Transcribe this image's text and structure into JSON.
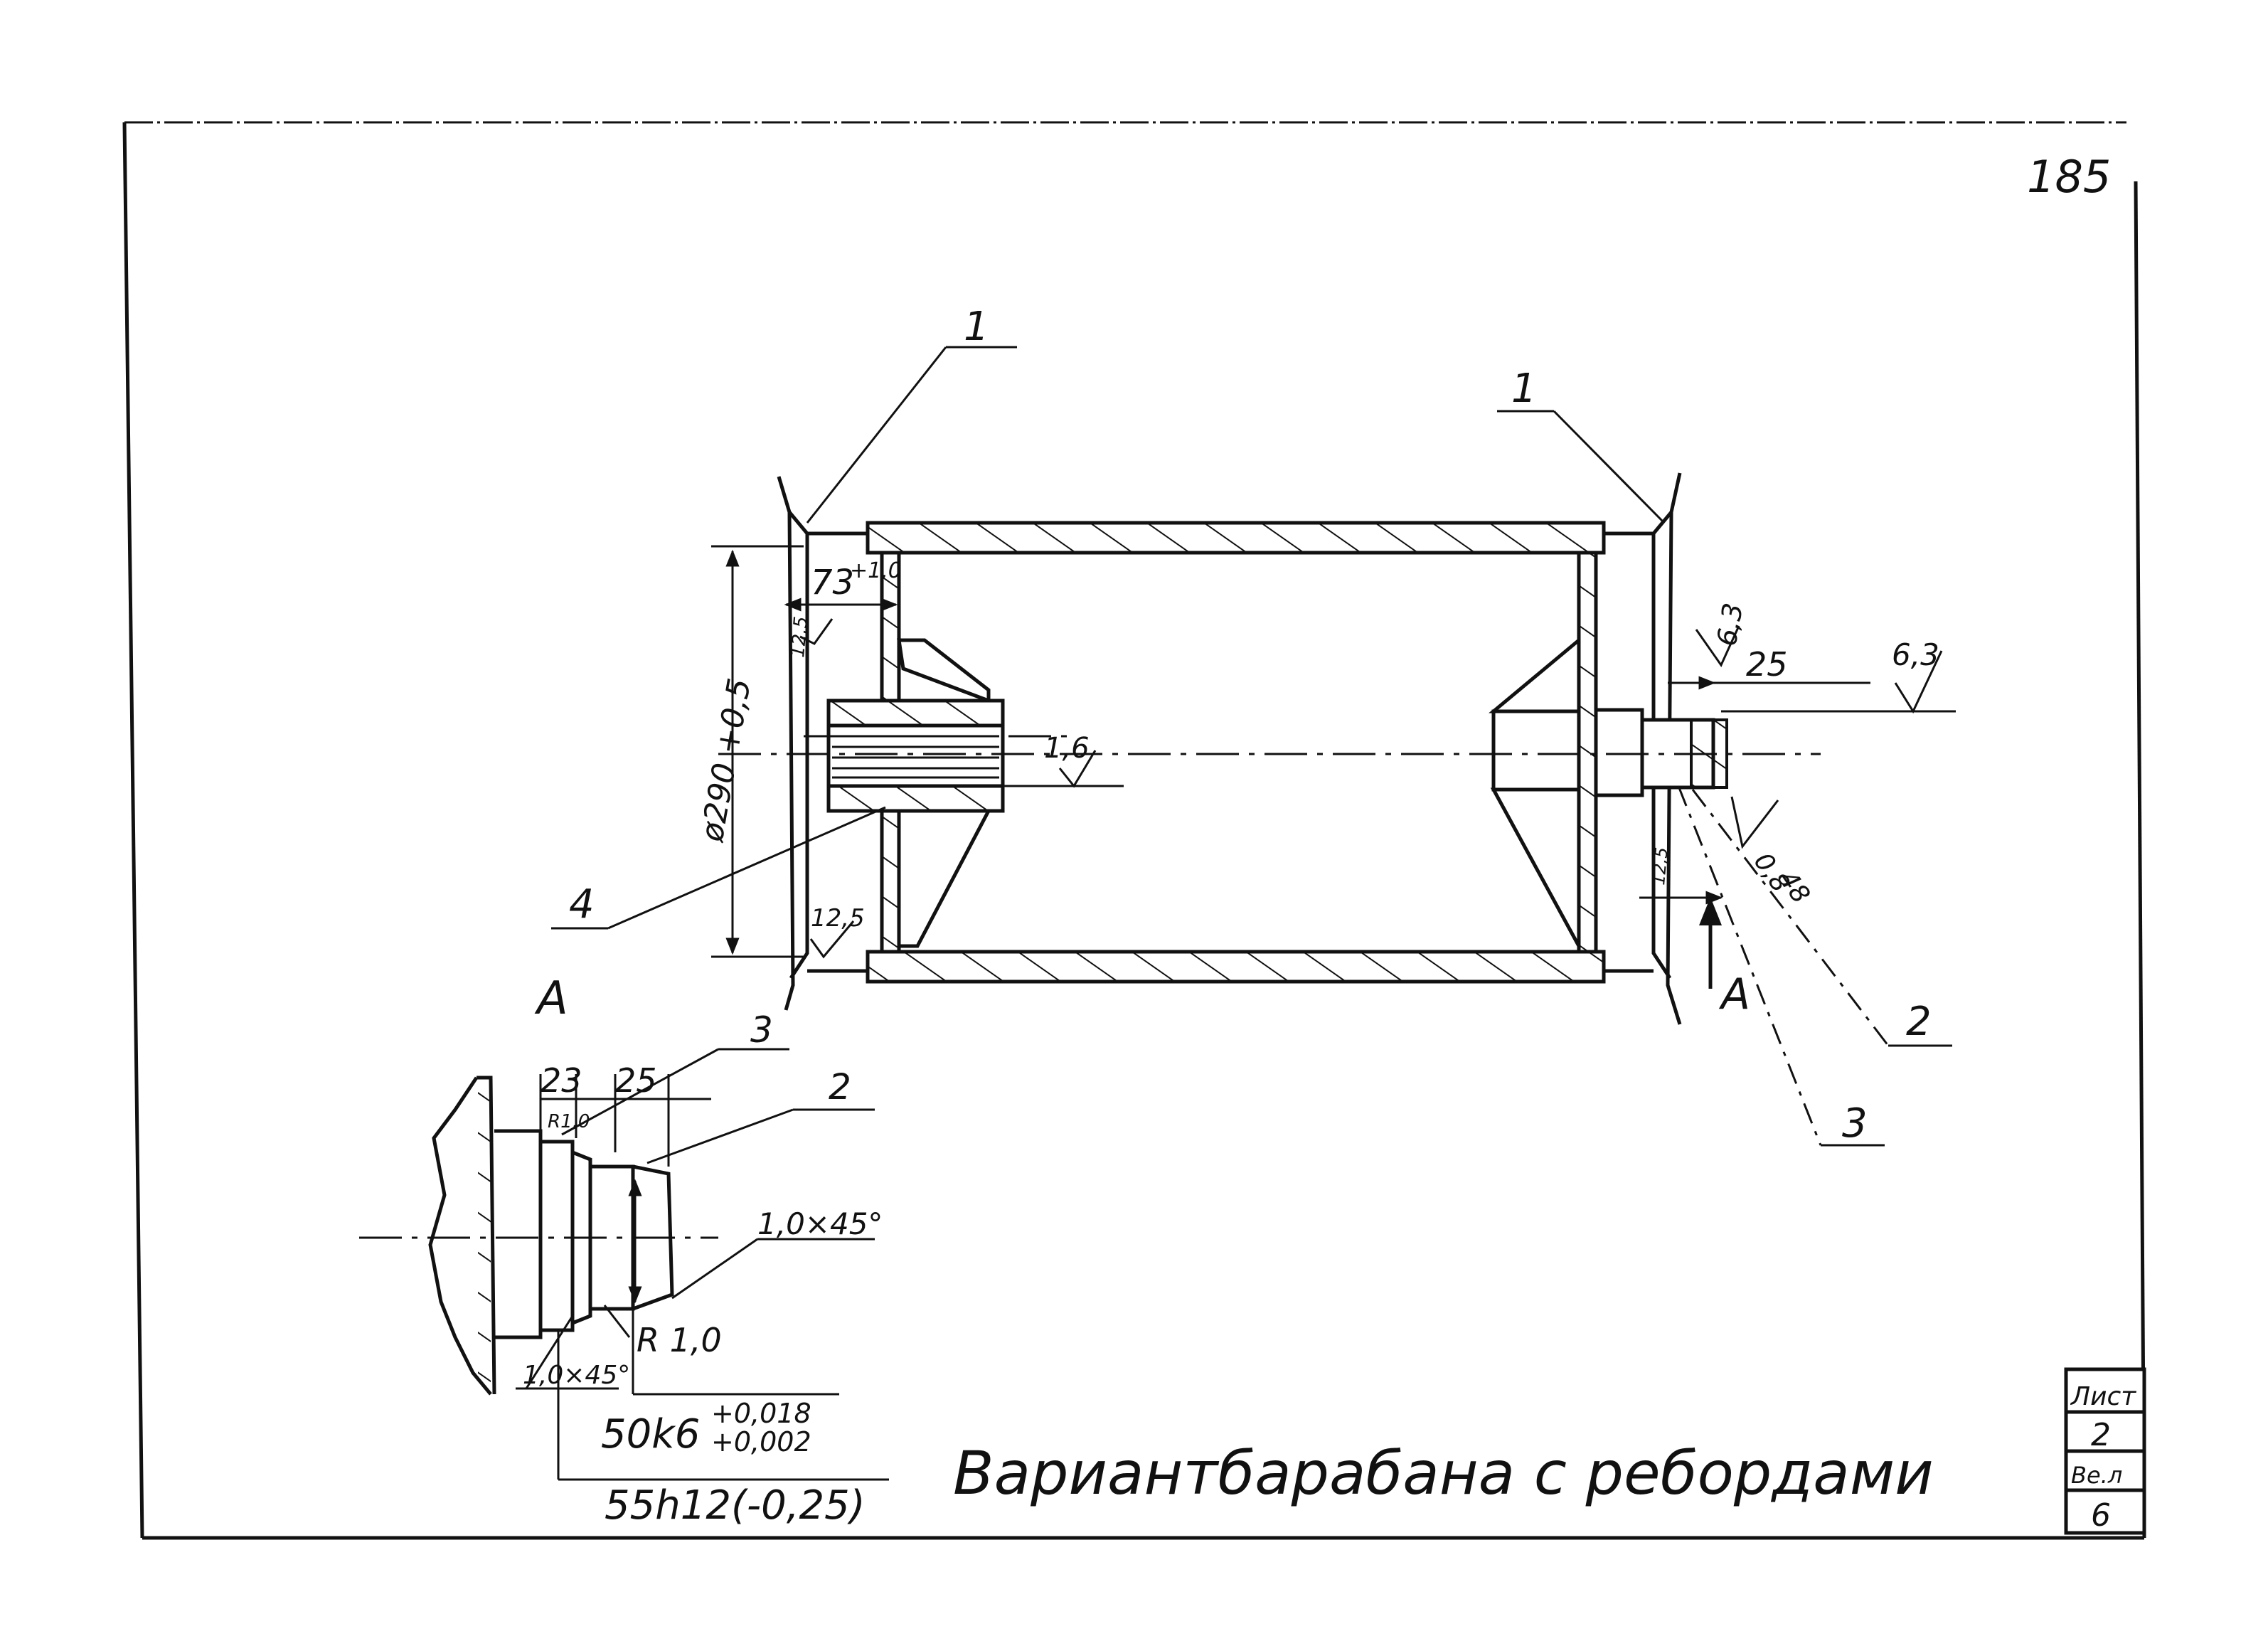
{
  "page_number": "185",
  "title": "Вариантбарабана с ребордами",
  "title_block": {
    "sheet_label": "Лист",
    "sheet_value": "2",
    "sheets_label": "Ве.л",
    "sheets_value": "6"
  },
  "callouts": {
    "c1_left": "1",
    "c1_right": "1",
    "c2_main": "2",
    "c3_main": "3",
    "c4": "4",
    "c2_detail": "2",
    "c3_detail": "3"
  },
  "section_marks": {
    "detail_title": "A",
    "arrow_label": "A"
  },
  "dimensions": {
    "width_73": "73",
    "width_73_tol": "+1,0",
    "diameter": "ø290 +0,5",
    "hub_len": "25",
    "d_23": "23",
    "d_25": "25",
    "radius_10": "R1,0",
    "chamfer_1": "1,0×45°",
    "chamfer_2": "1,0×45°",
    "radius_1": "R 1,0",
    "shaft_fit_base": "50k6",
    "shaft_fit_upper": "+0,018",
    "shaft_fit_lower": "+0,002",
    "shaft_fit2": "55h12(-0,25)"
  },
  "roughness": {
    "r_12_5_left": "12,5",
    "r_12_5_bottom": "12,5",
    "r_1_6": "1,6",
    "r_6_3_a": "6,3",
    "r_6_3_b": "6,3",
    "r_12_5_right": "12,5",
    "r_0_8": "0,8",
    "r_48": "48"
  }
}
